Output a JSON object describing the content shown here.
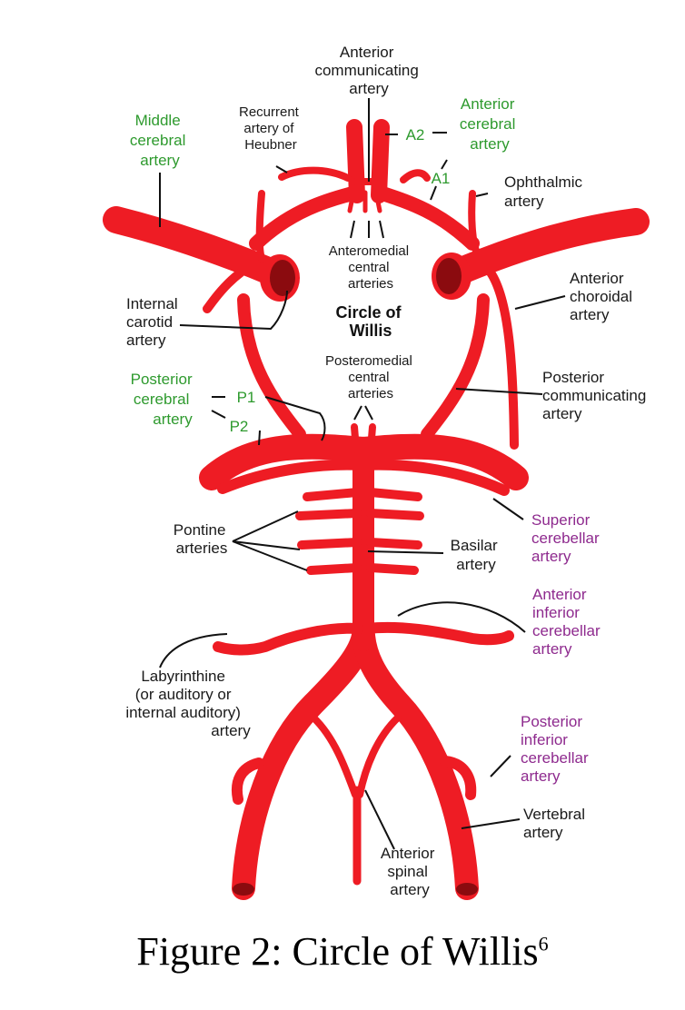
{
  "title": "Circle of Willis",
  "caption": {
    "text": "Figure 2: Circle of Willis",
    "ref": "6"
  },
  "colors": {
    "artery": "#ee1c24",
    "lumen": "#8b0b0f",
    "green_label": "#2e9a2e",
    "purple_label": "#8e2a8e"
  },
  "labels": {
    "acom": [
      "Anterior",
      "communicating",
      "artery"
    ],
    "aca": [
      "Anterior",
      "cerebral",
      "artery"
    ],
    "a2": "A2",
    "a1": "A1",
    "mca": [
      "Middle",
      "cerebral",
      "artery"
    ],
    "heubner": [
      "Recurrent",
      "artery of",
      "Heubner"
    ],
    "ophthalmic": [
      "Ophthalmic",
      "artery"
    ],
    "anteromedial": [
      "Anteromedial",
      "central",
      "arteries"
    ],
    "ica": [
      "Internal",
      "carotid",
      "artery"
    ],
    "achoroidal": [
      "Anterior",
      "choroidal",
      "artery"
    ],
    "posteromedial": [
      "Posteromedial",
      "central",
      "arteries"
    ],
    "pca": [
      "Posterior",
      "cerebral",
      "artery"
    ],
    "p1": "P1",
    "p2": "P2",
    "pcom": [
      "Posterior",
      "communicating",
      "artery"
    ],
    "sca": [
      "Superior",
      "cerebellar",
      "artery"
    ],
    "pontine": [
      "Pontine",
      "arteries"
    ],
    "basilar": [
      "Basilar",
      "artery"
    ],
    "aica": [
      "Anterior",
      "inferior",
      "cerebellar",
      "artery"
    ],
    "labyrinthine": [
      "Labyrinthine",
      "(or auditory or",
      "internal auditory)",
      "artery"
    ],
    "pica": [
      "Posterior",
      "inferior",
      "cerebellar",
      "artery"
    ],
    "vertebral": [
      "Vertebral",
      "artery"
    ],
    "asa": [
      "Anterior",
      "spinal",
      "artery"
    ]
  }
}
